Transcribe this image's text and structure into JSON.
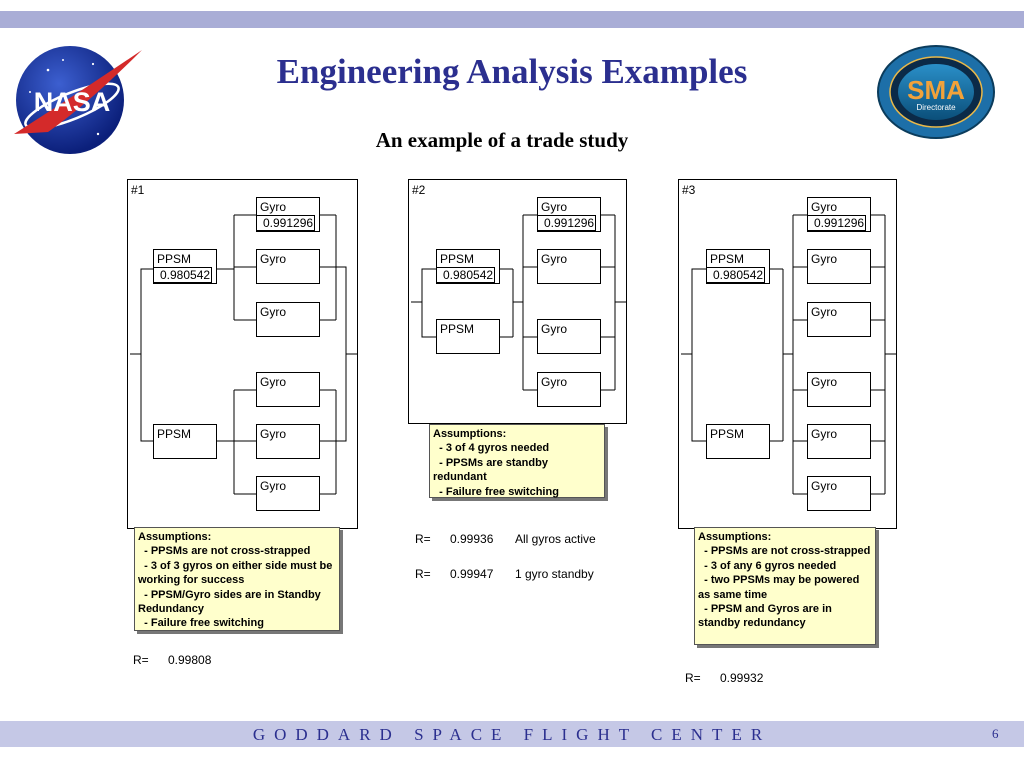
{
  "header": {
    "title": "Engineering Analysis Examples",
    "subtitle": "An example of a trade study",
    "logos": {
      "left": "NASA",
      "right_main": "SMA",
      "right_sub": "Directorate"
    }
  },
  "diagrams": [
    {
      "label": "#1",
      "blocks": {
        "g1": {
          "name": "Gyro",
          "rel": "0.991296"
        },
        "p1": {
          "name": "PPSM",
          "rel": "0.980542"
        },
        "g2": {
          "name": "Gyro"
        },
        "g3": {
          "name": "Gyro"
        },
        "g4": {
          "name": "Gyro"
        },
        "p2": {
          "name": "PPSM"
        },
        "g5": {
          "name": "Gyro"
        },
        "g6": {
          "name": "Gyro"
        }
      },
      "assumptions": [
        "Assumptions:",
        "  - PPSMs are not cross-strapped",
        "  - 3 of 3 gyros on either side must be working for success",
        "  - PPSM/Gyro sides are in Standby Redundancy",
        "  - Failure free switching"
      ],
      "results": [
        {
          "label": "R=",
          "value": "0.99808"
        }
      ]
    },
    {
      "label": "#2",
      "blocks": {
        "g1": {
          "name": "Gyro",
          "rel": "0.991296"
        },
        "p1": {
          "name": "PPSM",
          "rel": "0.980542"
        },
        "g2": {
          "name": "Gyro"
        },
        "p2": {
          "name": "PPSM"
        },
        "g3": {
          "name": "Gyro"
        },
        "g4": {
          "name": "Gyro"
        }
      },
      "assumptions": [
        "Assumptions:",
        "  - 3 of 4 gyros needed",
        "  - PPSMs are standby redundant",
        "  - Failure free switching"
      ],
      "results": [
        {
          "label": "R=",
          "value": "0.99936",
          "note": "All gyros active"
        },
        {
          "label": "R=",
          "value": "0.99947",
          "note": "1 gyro standby"
        }
      ]
    },
    {
      "label": "#3",
      "blocks": {
        "g1": {
          "name": "Gyro",
          "rel": "0.991296"
        },
        "p1": {
          "name": "PPSM",
          "rel": "0.980542"
        },
        "g2": {
          "name": "Gyro"
        },
        "g3": {
          "name": "Gyro"
        },
        "g4": {
          "name": "Gyro"
        },
        "p2": {
          "name": "PPSM"
        },
        "g5": {
          "name": "Gyro"
        },
        "g6": {
          "name": "Gyro"
        }
      },
      "assumptions": [
        "Assumptions:",
        "  - PPSMs are not cross-strapped",
        "  - 3 of any 6 gyros needed",
        "  - two PPSMs may be powered as same time",
        "  - PPSM and Gyros are in standby redundancy"
      ],
      "results": [
        {
          "label": "R=",
          "value": "0.99932"
        }
      ]
    }
  ],
  "footer": {
    "text": "GODDARD SPACE FLIGHT CENTER",
    "page": "6"
  }
}
